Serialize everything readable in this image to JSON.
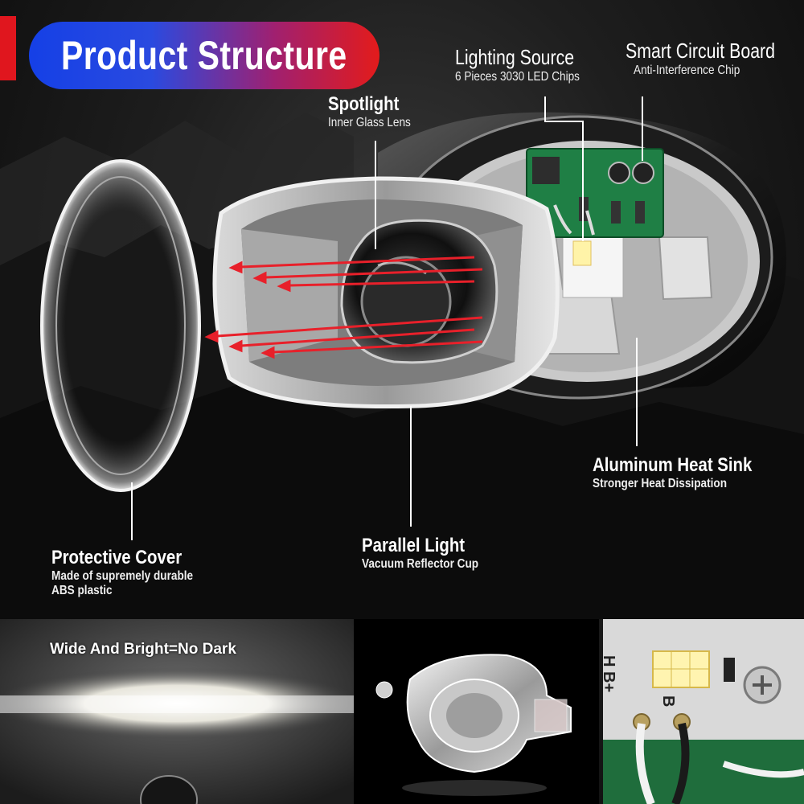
{
  "header": {
    "title": "Product Structure"
  },
  "labels": {
    "lighting_source": {
      "title": "Lighting Source",
      "subtitle": "6 Pieces 3030 LED Chips"
    },
    "smart_circuit_board": {
      "title": "Smart Circuit Board",
      "subtitle": "Anti-Interference Chip"
    },
    "spotlight": {
      "title": "Spotlight",
      "subtitle": "Inner Glass Lens"
    },
    "aluminum_heat_sink": {
      "title": "Aluminum Heat Sink",
      "subtitle": "Stronger Heat Dissipation"
    },
    "parallel_light": {
      "title": "Parallel Light",
      "subtitle": "Vacuum Reflector Cup"
    },
    "protective_cover": {
      "title": "Protective Cover",
      "subtitle_line1": "Made of supremely durable",
      "subtitle_line2": "ABS plastic"
    }
  },
  "photos": {
    "beam_caption": "Wide And Bright=No Dark",
    "board_marking": "H B+",
    "board_marking_2": "B"
  },
  "colors": {
    "accent_red": "#e0161e",
    "pill_blue": "#1540e6",
    "pill_red": "#e31b1b",
    "arrow_red": "#e8202a"
  }
}
